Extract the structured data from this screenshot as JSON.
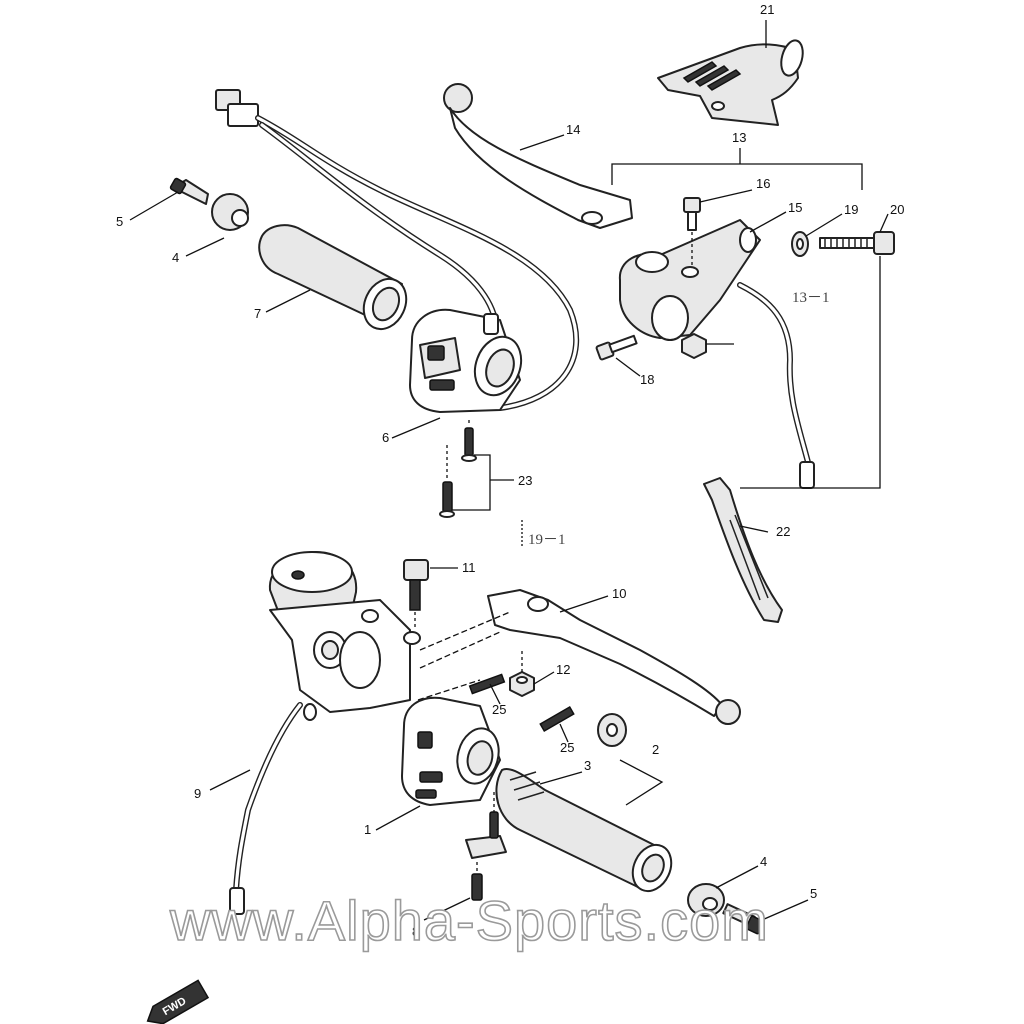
{
  "callouts": {
    "c1": "1",
    "c2": "2",
    "c3": "3",
    "c4a": "4",
    "c4b": "4",
    "c5a": "5",
    "c5b": "5",
    "c6": "6",
    "c7": "7",
    "c8": "8",
    "c9": "9",
    "c10": "10",
    "c11": "11",
    "c12": "12",
    "c13": "13",
    "c13_1": "13－1",
    "c14": "14",
    "c15": "15",
    "c16": "16",
    "c18": "18",
    "c19": "19",
    "c19_1": "19－1",
    "c20": "20",
    "c21": "21",
    "c22": "22",
    "c23": "23",
    "c25a": "25",
    "c25b": "25"
  },
  "watermark": "www.Alpha-Sports.com",
  "fwd_badge": "FWD",
  "colors": {
    "line": "#222222",
    "watermark_outline": "#9a9a9a",
    "background": "#ffffff"
  }
}
